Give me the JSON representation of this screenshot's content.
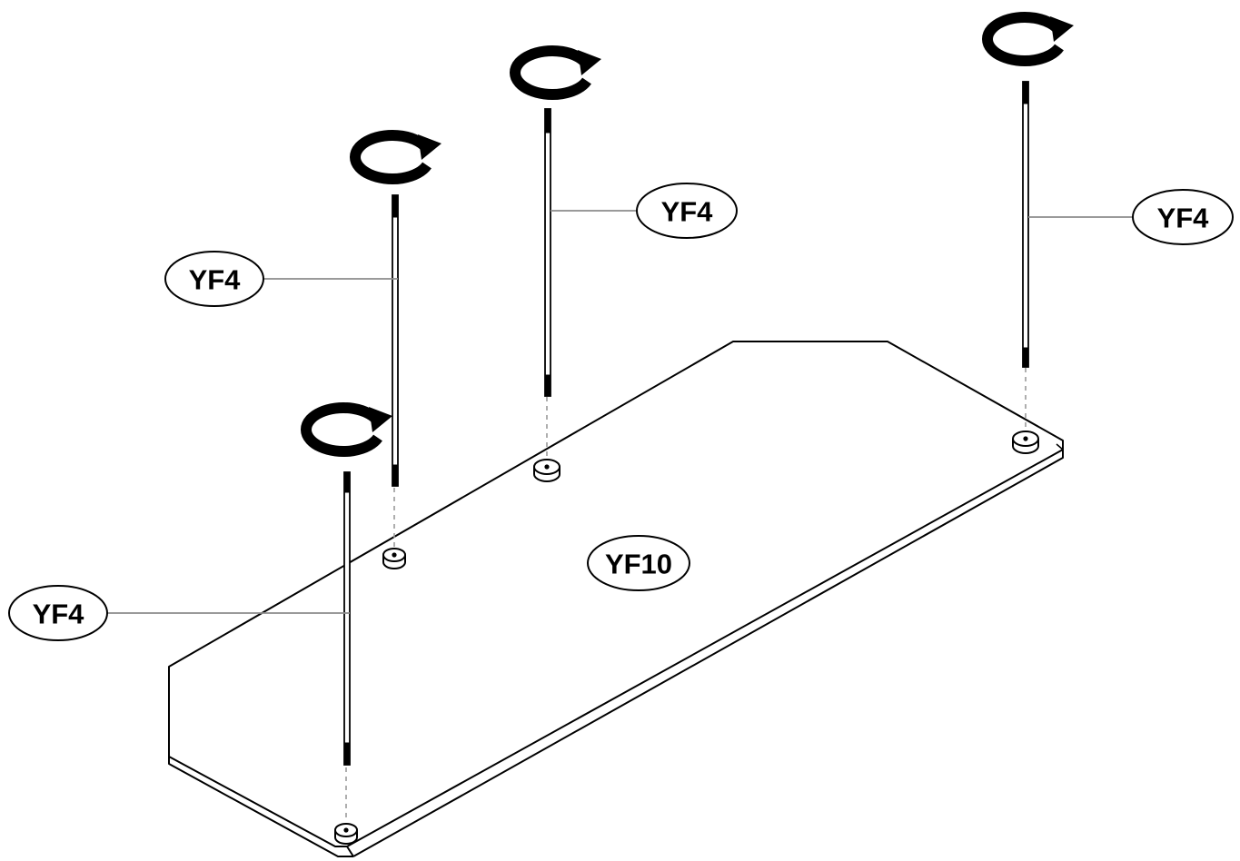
{
  "diagram": {
    "part_labels": {
      "rod": "YF4",
      "panel": "YF10"
    },
    "rod_count": 4,
    "icons": {
      "rotation": "clockwise-rotate-icon"
    },
    "colors": {
      "line": "#000000",
      "leader": "#8c8c8c",
      "dashed_guide": "#9a9a9a",
      "background": "#ffffff"
    }
  }
}
